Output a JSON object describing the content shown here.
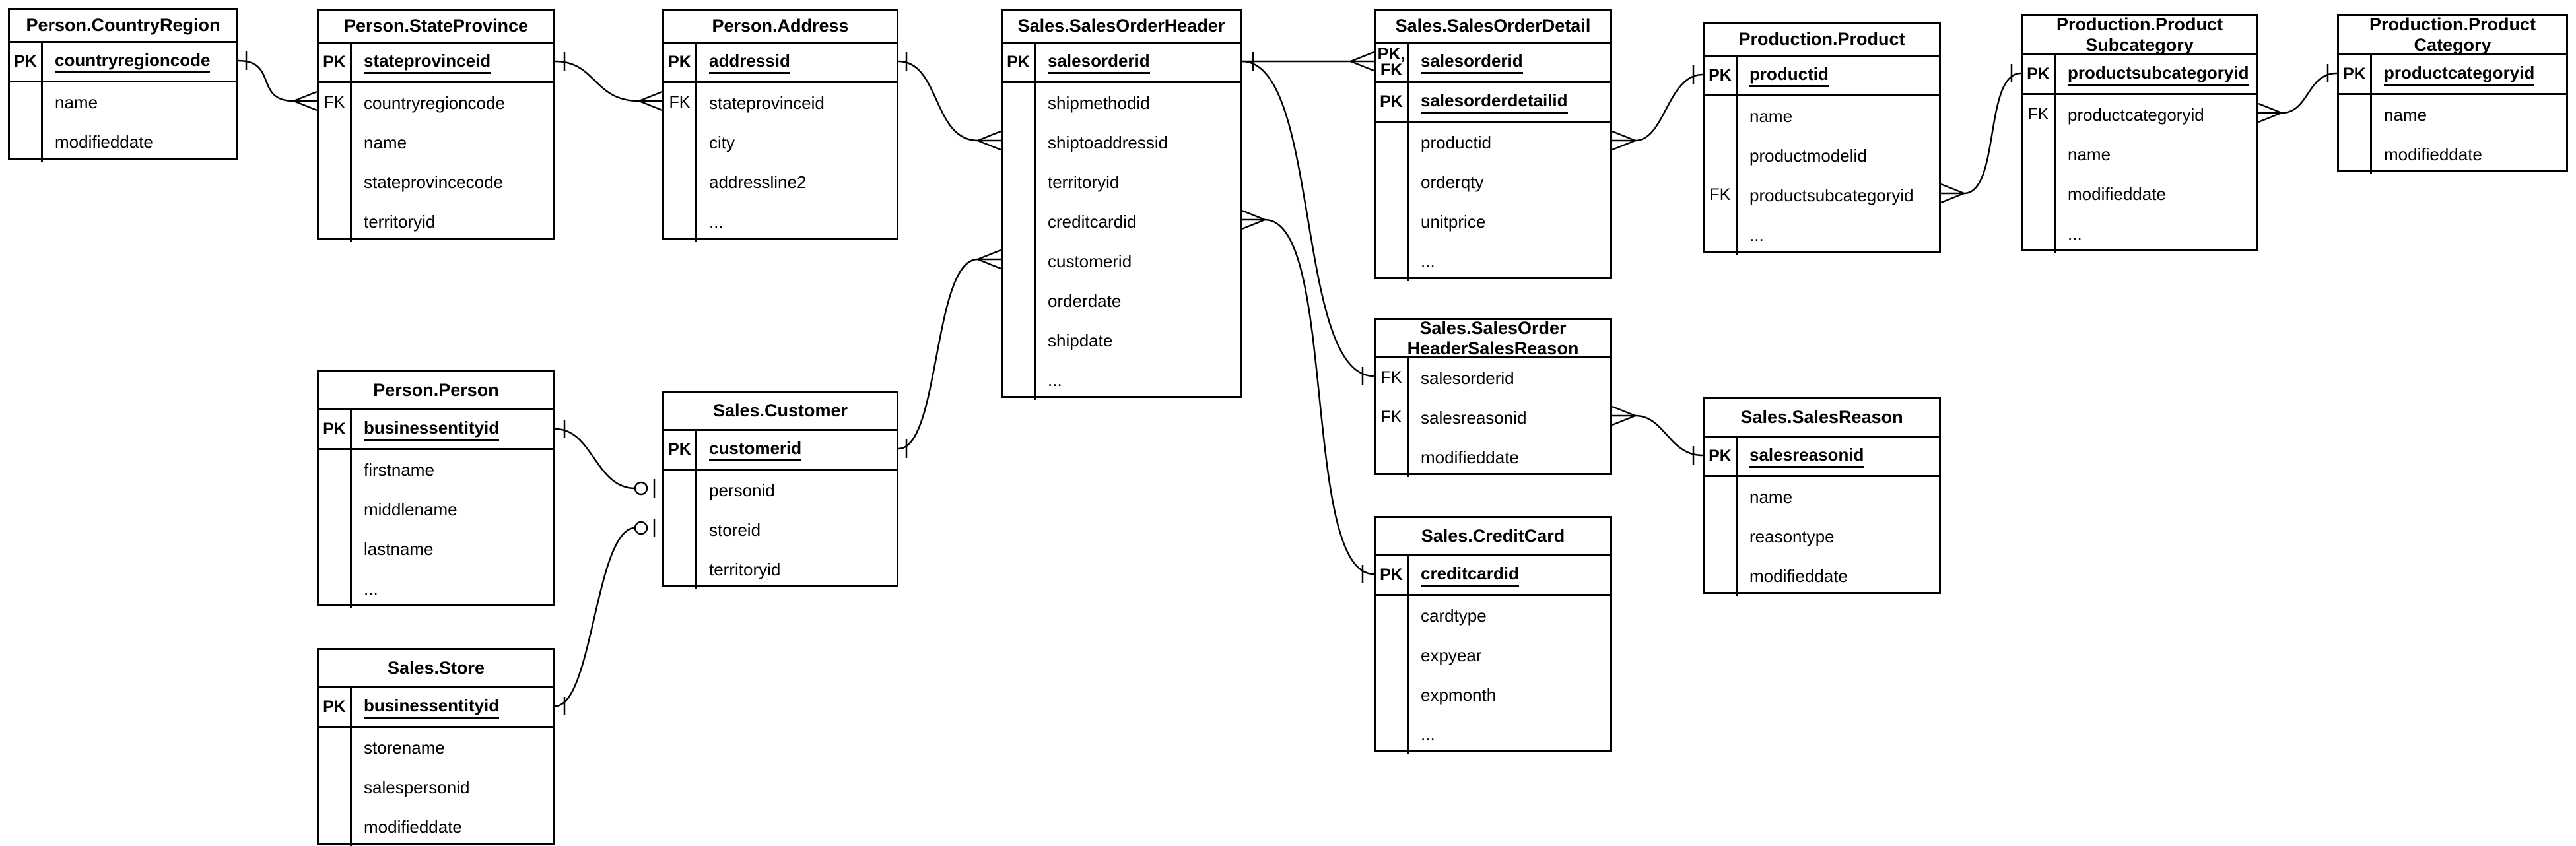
{
  "diagram_type": "entity-relationship-diagram",
  "colors": {
    "line": "#000000",
    "background": "#ffffff",
    "text": "#000000"
  },
  "tables": {
    "countryregion": {
      "title": "Person.CountryRegion",
      "rows": [
        {
          "key": "PK",
          "field": "countryregioncode"
        },
        {
          "key": "",
          "field": "name"
        },
        {
          "key": "",
          "field": "modifieddate"
        }
      ]
    },
    "stateprovince": {
      "title": "Person.StateProvince",
      "rows": [
        {
          "key": "PK",
          "field": "stateprovinceid"
        },
        {
          "key": "FK",
          "field": "countryregioncode"
        },
        {
          "key": "",
          "field": "name"
        },
        {
          "key": "",
          "field": "stateprovincecode"
        },
        {
          "key": "",
          "field": "territoryid"
        }
      ]
    },
    "address": {
      "title": "Person.Address",
      "rows": [
        {
          "key": "PK",
          "field": "addressid"
        },
        {
          "key": "FK",
          "field": "stateprovinceid"
        },
        {
          "key": "",
          "field": "city"
        },
        {
          "key": "",
          "field": "addressline2"
        },
        {
          "key": "",
          "field": "..."
        }
      ]
    },
    "salesorderheader": {
      "title": "Sales.SalesOrderHeader",
      "rows": [
        {
          "key": "PK",
          "field": "salesorderid"
        },
        {
          "key": "",
          "field": "shipmethodid"
        },
        {
          "key": "",
          "field": "shiptoaddressid"
        },
        {
          "key": "",
          "field": "territoryid"
        },
        {
          "key": "",
          "field": "creditcardid"
        },
        {
          "key": "",
          "field": "customerid"
        },
        {
          "key": "",
          "field": "orderdate"
        },
        {
          "key": "",
          "field": "shipdate"
        },
        {
          "key": "",
          "field": "..."
        }
      ]
    },
    "salesorderdetail": {
      "title": "Sales.SalesOrderDetail",
      "rows": [
        {
          "key": "PK,\nFK",
          "field": "salesorderid"
        },
        {
          "key": "PK",
          "field": "salesorderdetailid"
        },
        {
          "key": "",
          "field": "productid"
        },
        {
          "key": "",
          "field": "orderqty"
        },
        {
          "key": "",
          "field": "unitprice"
        },
        {
          "key": "",
          "field": "..."
        }
      ]
    },
    "product": {
      "title": "Production.Product",
      "rows": [
        {
          "key": "PK",
          "field": "productid"
        },
        {
          "key": "",
          "field": "name"
        },
        {
          "key": "",
          "field": "productmodelid"
        },
        {
          "key": "FK",
          "field": "productsubcategoryid"
        },
        {
          "key": "",
          "field": "..."
        }
      ]
    },
    "productsubcategory": {
      "title": "Production.Product\nSubcategory",
      "rows": [
        {
          "key": "PK",
          "field": "productsubcategoryid"
        },
        {
          "key": "FK",
          "field": "productcategoryid"
        },
        {
          "key": "",
          "field": "name"
        },
        {
          "key": "",
          "field": "modifieddate"
        },
        {
          "key": "",
          "field": "..."
        }
      ]
    },
    "productcategory": {
      "title": "Production.Product\nCategory",
      "rows": [
        {
          "key": "PK",
          "field": "productcategoryid"
        },
        {
          "key": "",
          "field": "name"
        },
        {
          "key": "",
          "field": "modifieddate"
        }
      ]
    },
    "person": {
      "title": "Person.Person",
      "rows": [
        {
          "key": "PK",
          "field": "businessentityid"
        },
        {
          "key": "",
          "field": "firstname"
        },
        {
          "key": "",
          "field": "middlename"
        },
        {
          "key": "",
          "field": "lastname"
        },
        {
          "key": "",
          "field": "..."
        }
      ]
    },
    "customer": {
      "title": "Sales.Customer",
      "rows": [
        {
          "key": "PK",
          "field": "customerid"
        },
        {
          "key": "",
          "field": "personid"
        },
        {
          "key": "",
          "field": "storeid"
        },
        {
          "key": "",
          "field": "territoryid"
        }
      ]
    },
    "headersalesreason": {
      "title": "Sales.SalesOrder\nHeaderSalesReason",
      "rows": [
        {
          "key": "FK",
          "field": "salesorderid"
        },
        {
          "key": "FK",
          "field": "salesreasonid"
        },
        {
          "key": "",
          "field": "modifieddate"
        }
      ]
    },
    "salesreason": {
      "title": "Sales.SalesReason",
      "rows": [
        {
          "key": "PK",
          "field": "salesreasonid"
        },
        {
          "key": "",
          "field": "name"
        },
        {
          "key": "",
          "field": "reasontype"
        },
        {
          "key": "",
          "field": "modifieddate"
        }
      ]
    },
    "creditcard": {
      "title": "Sales.CreditCard",
      "rows": [
        {
          "key": "PK",
          "field": "creditcardid"
        },
        {
          "key": "",
          "field": "cardtype"
        },
        {
          "key": "",
          "field": "expyear"
        },
        {
          "key": "",
          "field": "expmonth"
        },
        {
          "key": "",
          "field": "..."
        }
      ]
    },
    "store": {
      "title": "Sales.Store",
      "rows": [
        {
          "key": "PK",
          "field": "businessentityid"
        },
        {
          "key": "",
          "field": "storename"
        },
        {
          "key": "",
          "field": "salespersonid"
        },
        {
          "key": "",
          "field": "modifieddate"
        }
      ]
    }
  },
  "relationships": [
    {
      "from": "Person.CountryRegion.countryregioncode",
      "from_end": "one",
      "to": "Person.StateProvince.countryregioncode",
      "to_end": "many"
    },
    {
      "from": "Person.StateProvince.stateprovinceid",
      "from_end": "one",
      "to": "Person.Address.stateprovinceid",
      "to_end": "many"
    },
    {
      "from": "Person.Address.addressid",
      "from_end": "one",
      "to": "Sales.SalesOrderHeader.shiptoaddressid",
      "to_end": "many"
    },
    {
      "from": "Sales.Customer.customerid",
      "from_end": "one",
      "to": "Sales.SalesOrderHeader.customerid",
      "to_end": "many"
    },
    {
      "from": "Sales.SalesOrderHeader.salesorderid",
      "from_end": "one",
      "to": "Sales.SalesOrderDetail.salesorderid",
      "to_end": "many"
    },
    {
      "from": "Sales.SalesOrderHeader.salesorderid",
      "from_end": "one",
      "to": "Sales.SalesOrderHeaderSalesReason.salesorderid",
      "to_end": "one"
    },
    {
      "from": "Sales.SalesOrderHeader.creditcardid",
      "from_end": "many",
      "to": "Sales.CreditCard.creditcardid",
      "to_end": "one"
    },
    {
      "from": "Sales.SalesOrderHeaderSalesReason.salesreasonid",
      "from_end": "many",
      "to": "Sales.SalesReason.salesreasonid",
      "to_end": "one"
    },
    {
      "from": "Sales.SalesOrderDetail.productid",
      "from_end": "many",
      "to": "Production.Product.productid",
      "to_end": "one"
    },
    {
      "from": "Production.Product.productsubcategoryid",
      "from_end": "many",
      "to": "Production.ProductSubcategory.productsubcategoryid",
      "to_end": "one"
    },
    {
      "from": "Production.ProductSubcategory.productcategoryid",
      "from_end": "many",
      "to": "Production.ProductCategory.productcategoryid",
      "to_end": "one"
    },
    {
      "from": "Person.Person.businessentityid",
      "from_end": "one",
      "to": "Sales.Customer.personid",
      "to_end": "zero-or-one"
    },
    {
      "from": "Sales.Store.businessentityid",
      "from_end": "one",
      "to": "Sales.Customer.storeid",
      "to_end": "zero-or-one"
    }
  ]
}
